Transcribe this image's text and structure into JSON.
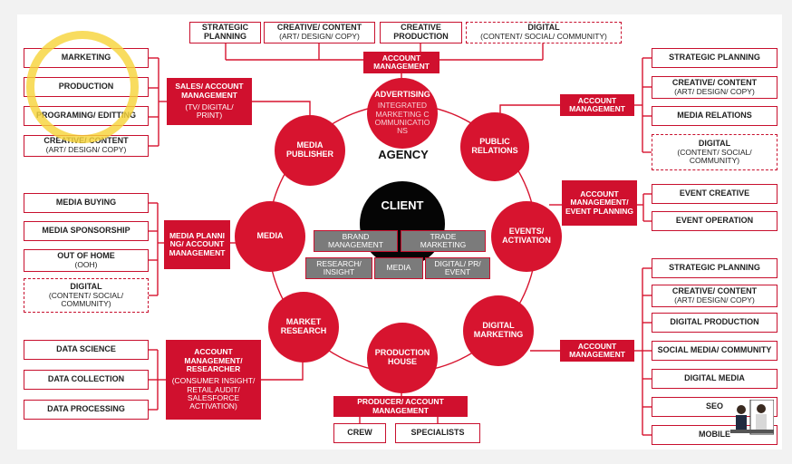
{
  "center": {
    "client": "CLIENT",
    "agency_label": "AGENCY",
    "grey_boxes": [
      "BRAND MANAGEMENT",
      "TRADE MARKETING",
      "RESEARCH/ INSIGHT",
      "MEDIA",
      "DIGITAL/ PR/ EVENT"
    ]
  },
  "circles": {
    "advertising": {
      "title": "ADVERTISING",
      "sub": "INTEGRATED MARKETING COMMUNICATIONS"
    },
    "public_relations": {
      "title": "PUBLIC RELATIONS"
    },
    "events_activation": {
      "title": "EVENTS/ ACTIVATION"
    },
    "digital_marketing": {
      "title": "DIGITAL MARKETING"
    },
    "production_house": {
      "title": "PRODUCTION HOUSE"
    },
    "market_research": {
      "title": "MARKET RESEARCH"
    },
    "media": {
      "title": "MEDIA"
    },
    "media_publisher": {
      "title": "MEDIA PUBLISHER"
    }
  },
  "top": {
    "account_management": "ACCOUNT MANAGEMENT",
    "boxes": [
      {
        "title": "STRATEGIC PLANNING",
        "sub": ""
      },
      {
        "title": "CREATIVE/ CONTENT",
        "sub": "(ART/ DESIGN/ COPY)"
      },
      {
        "title": "CREATIVE PRODUCTION",
        "sub": ""
      },
      {
        "title": "DIGITAL",
        "sub": "(CONTENT/ SOCIAL/ COMMUNITY)"
      }
    ]
  },
  "top_left": {
    "label": {
      "title": "SALES/ ACCOUNT MANAGEMENT",
      "sub": "(TV/ DIGITAL/ PRINT)"
    },
    "boxes": [
      {
        "title": "MARKETING",
        "sub": ""
      },
      {
        "title": "PRODUCTION",
        "sub": ""
      },
      {
        "title": "PROGRAMING/ EDITTING",
        "sub": ""
      },
      {
        "title": "CREATIVE/ CONTENT",
        "sub": "(ART/ DESIGN/ COPY)"
      }
    ]
  },
  "mid_left": {
    "label": "MEDIA PLANNING/ ACCOUNT MANAGEMENT",
    "boxes": [
      {
        "title": "MEDIA BUYING",
        "sub": ""
      },
      {
        "title": "MEDIA SPONSORSHIP",
        "sub": ""
      },
      {
        "title": "OUT OF HOME",
        "sub": "(OOH)"
      },
      {
        "title": "DIGITAL",
        "sub": "(CONTENT/ SOCIAL/ COMMUNITY)"
      }
    ]
  },
  "bottom_left": {
    "label": {
      "title": "ACCOUNT MANAGEMENT/ RESEARCHER",
      "sub": "(CONSUMER INSIGHT/ RETAIL AUDIT/ SALESFORCE ACTIVATION)"
    },
    "boxes": [
      "DATA SCIENCE",
      "DATA COLLECTION",
      "DATA PROCESSING"
    ]
  },
  "bottom": {
    "label": "PRODUCER/ ACCOUNT MANAGEMENT",
    "boxes": [
      "CREW",
      "SPECIALISTS"
    ]
  },
  "top_right": {
    "label": "ACCOUNT MANAGEMENT",
    "boxes": [
      {
        "title": "STRATEGIC PLANNING",
        "sub": ""
      },
      {
        "title": "CREATIVE/ CONTENT",
        "sub": "(ART/ DESIGN/ COPY)"
      },
      {
        "title": "MEDIA RELATIONS",
        "sub": ""
      },
      {
        "title": "DIGITAL",
        "sub": "(CONTENT/ SOCIAL/ COMMUNITY)"
      }
    ]
  },
  "mid_right": {
    "label": "ACCOUNT MANAGEMENT/ EVENT PLANNING",
    "boxes": [
      "EVENT CREATIVE",
      "EVENT OPERATION"
    ]
  },
  "bottom_right": {
    "label": "ACCOUNT MANAGEMENT",
    "boxes": [
      {
        "title": "STRATEGIC PLANNING",
        "sub": ""
      },
      {
        "title": "CREATIVE/ CONTENT",
        "sub": "(ART/ DESIGN/ COPY)"
      },
      {
        "title": "DIGITAL PRODUCTION",
        "sub": ""
      },
      {
        "title": "SOCIAL MEDIA/ COMMUNITY",
        "sub": ""
      },
      {
        "title": "DIGITAL MEDIA",
        "sub": ""
      },
      {
        "title": "SEO",
        "sub": ""
      },
      {
        "title": "MOBILE",
        "sub": ""
      }
    ]
  },
  "colors": {
    "accent": "#d7142f",
    "client": "#050505",
    "grey": "#7b7b7b",
    "highlight": "#f7d43c"
  }
}
